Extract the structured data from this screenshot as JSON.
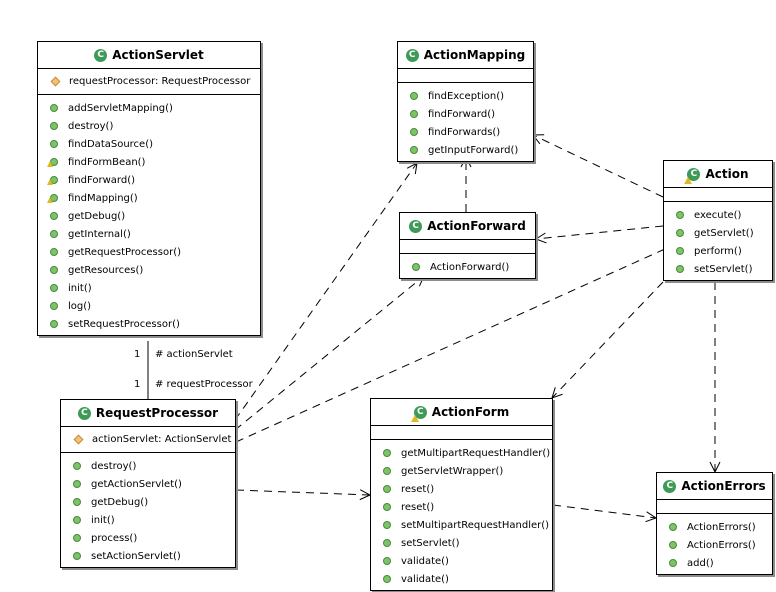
{
  "classes": [
    {
      "key": "action_servlet",
      "name": "ActionServlet",
      "abstract": false,
      "attributes": [
        "requestProcessor: RequestProcessor"
      ],
      "operations": [
        {
          "label": "addServletMapping()",
          "abstract": false
        },
        {
          "label": "destroy()",
          "abstract": false
        },
        {
          "label": "findDataSource()",
          "abstract": false
        },
        {
          "label": "findFormBean()",
          "abstract": true
        },
        {
          "label": "findForward()",
          "abstract": true
        },
        {
          "label": "findMapping()",
          "abstract": true
        },
        {
          "label": "getDebug()",
          "abstract": false
        },
        {
          "label": "getInternal()",
          "abstract": false
        },
        {
          "label": "getRequestProcessor()",
          "abstract": false
        },
        {
          "label": "getResources()",
          "abstract": false
        },
        {
          "label": "init()",
          "abstract": false
        },
        {
          "label": "log()",
          "abstract": false
        },
        {
          "label": "setRequestProcessor()",
          "abstract": false
        }
      ]
    },
    {
      "key": "action_mapping",
      "name": "ActionMapping",
      "abstract": false,
      "attributes": [],
      "operations": [
        {
          "label": "findException()",
          "abstract": false
        },
        {
          "label": "findForward()",
          "abstract": false
        },
        {
          "label": "findForwards()",
          "abstract": false
        },
        {
          "label": "getInputForward()",
          "abstract": false
        }
      ]
    },
    {
      "key": "action",
      "name": "Action",
      "abstract": true,
      "attributes": [],
      "operations": [
        {
          "label": "execute()",
          "abstract": false
        },
        {
          "label": "getServlet()",
          "abstract": false
        },
        {
          "label": "perform()",
          "abstract": false
        },
        {
          "label": "setServlet()",
          "abstract": false
        }
      ]
    },
    {
      "key": "action_forward",
      "name": "ActionForward",
      "abstract": false,
      "attributes": [],
      "operations": [
        {
          "label": "ActionForward()",
          "abstract": false
        }
      ]
    },
    {
      "key": "request_processor",
      "name": "RequestProcessor",
      "abstract": false,
      "attributes": [
        "actionServlet: ActionServlet"
      ],
      "operations": [
        {
          "label": "destroy()",
          "abstract": false
        },
        {
          "label": "getActionServlet()",
          "abstract": false
        },
        {
          "label": "getDebug()",
          "abstract": false
        },
        {
          "label": "init()",
          "abstract": false
        },
        {
          "label": "process()",
          "abstract": false
        },
        {
          "label": "setActionServlet()",
          "abstract": false
        }
      ]
    },
    {
      "key": "action_form",
      "name": "ActionForm",
      "abstract": true,
      "attributes": [],
      "operations": [
        {
          "label": "getMultipartRequestHandler()",
          "abstract": false
        },
        {
          "label": "getServletWrapper()",
          "abstract": false
        },
        {
          "label": "reset()",
          "abstract": false
        },
        {
          "label": "reset()",
          "abstract": false
        },
        {
          "label": "setMultipartRequestHandler()",
          "abstract": false
        },
        {
          "label": "setServlet()",
          "abstract": false
        },
        {
          "label": "validate()",
          "abstract": false
        },
        {
          "label": "validate()",
          "abstract": false
        }
      ]
    },
    {
      "key": "action_errors",
      "name": "ActionErrors",
      "abstract": false,
      "attributes": [],
      "operations": [
        {
          "label": "ActionErrors()",
          "abstract": false
        },
        {
          "label": "ActionErrors()",
          "abstract": false
        },
        {
          "label": "add()",
          "abstract": false
        }
      ]
    }
  ],
  "association_labels": {
    "servlet_multiplicity": "1",
    "servlet_role": "# actionServlet",
    "processor_multiplicity": "1",
    "processor_role": "# requestProcessor"
  },
  "icon_letter": "C",
  "colors": {
    "class_icon": "#3f9a57",
    "method_icon": "#7cc36a",
    "field_icon": "#f3c27a",
    "abstract_marker": "#e0b820"
  }
}
